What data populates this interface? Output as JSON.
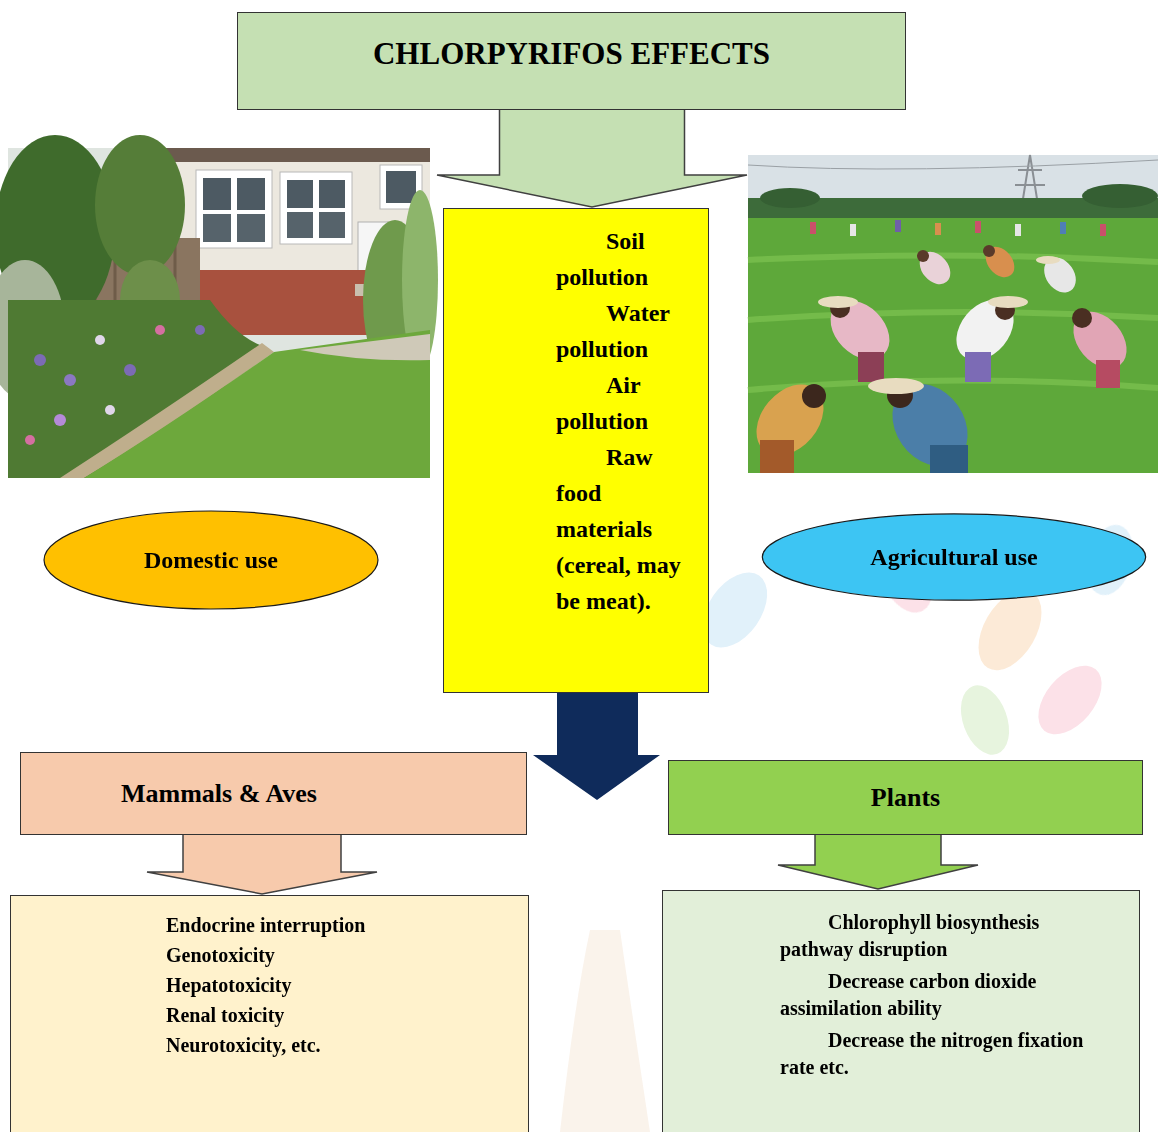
{
  "diagram": {
    "nodes": [
      {
        "text": [
          "CHLORPYRIFOS EFFECTS"
        ]
      },
      {
        "text": [
          "Soil pollution",
          "Water pollution",
          "Air pollution",
          "Raw food materials (cereal, may be meat)."
        ]
      },
      {
        "text": [
          "Domestic use"
        ]
      },
      {
        "text": [
          "Agricultural use"
        ]
      },
      {
        "text": [
          "Mammals & Aves"
        ]
      },
      {
        "text": [
          "Plants"
        ]
      },
      {
        "text": [
          "Endocrine interruption",
          "Genotoxicity",
          "Hepatotoxicity",
          "Renal toxicity",
          "Neurotoxicity, etc."
        ]
      },
      {
        "text": [
          "Chlorophyll biosynthesis pathway disruption",
          "Decrease carbon dioxide assimilation ability",
          "Decrease the nitrogen fixation rate etc."
        ]
      }
    ],
    "edges": [
      {
        "from": 0,
        "to": 1,
        "arrow": "to"
      },
      {
        "from": 4,
        "to": 6,
        "arrow": "to"
      },
      {
        "from": 5,
        "to": 7,
        "arrow": "to"
      }
    ]
  }
}
